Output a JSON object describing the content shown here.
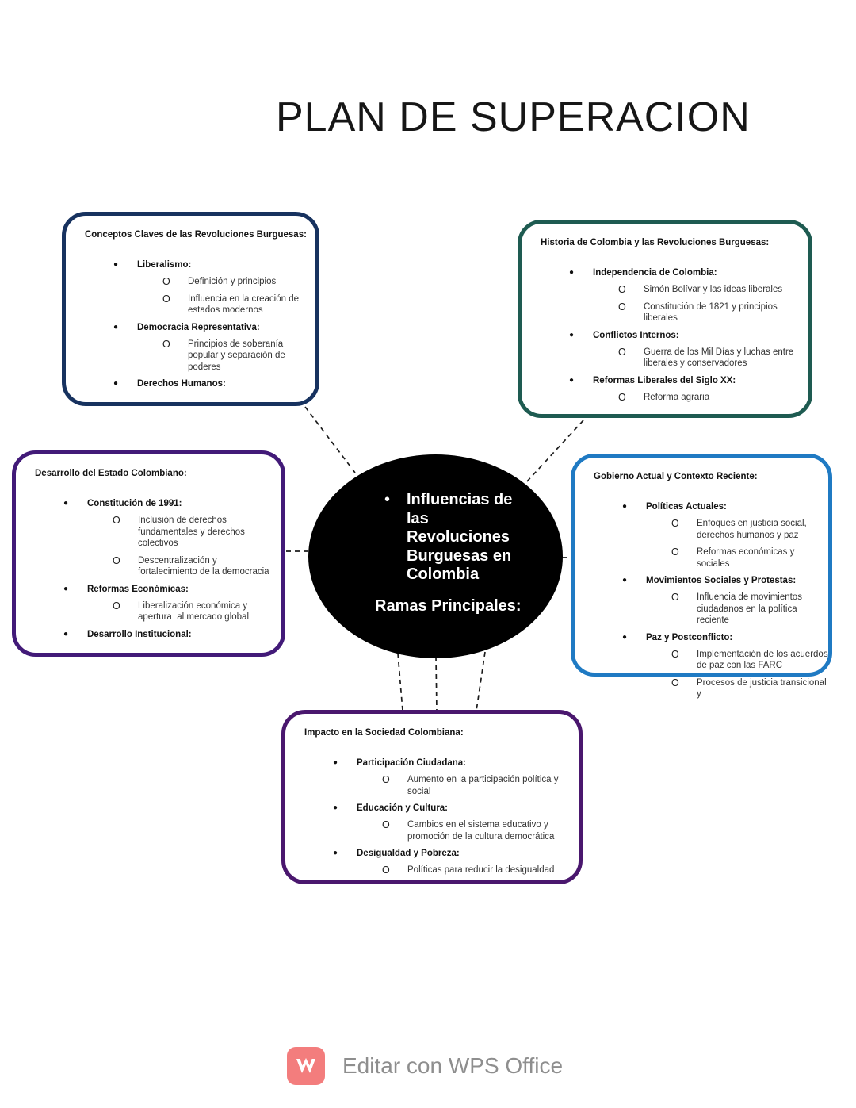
{
  "page": {
    "title": "PLAN DE SUPERACION",
    "background": "#ffffff",
    "connector_color": "#1c1c1c"
  },
  "center": {
    "text": "Influencias de\nlas\nRevoluciones\nBurguesas en\nColombia",
    "subtitle": "Ramas Principales:",
    "fill": "#000000",
    "text_color": "#ffffff"
  },
  "boxes": [
    {
      "id": "conceptos",
      "title": "Conceptos Claves de las Revoluciones Burguesas:",
      "border_color": "#17325f",
      "items": [
        {
          "label": "Liberalismo:",
          "subs": [
            "Definición y principios",
            "Influencia en la creación de\nestados modernos"
          ]
        },
        {
          "label": "Democracia Representativa:",
          "subs": [
            "Principios de soberanía\npopular y separación de\npoderes"
          ]
        },
        {
          "label": "Derechos Humanos:",
          "subs": []
        }
      ]
    },
    {
      "id": "historia",
      "title": "Historia de Colombia y las Revoluciones Burguesas:",
      "border_color": "#1e5b51",
      "items": [
        {
          "label": "Independencia de Colombia:",
          "subs": [
            "Simón Bolívar y las ideas liberales",
            "Constitución de 1821 y principios\nliberales"
          ]
        },
        {
          "label": "Conflictos Internos:",
          "subs": [
            "Guerra de los Mil Días y luchas entre\nliberales y conservadores"
          ]
        },
        {
          "label": "Reformas Liberales del Siglo XX:",
          "subs": [
            "Reforma agraria"
          ]
        }
      ]
    },
    {
      "id": "desarrollo",
      "title": "Desarrollo del Estado Colombiano:",
      "border_color": "#421a78",
      "items": [
        {
          "label": "Constitución de 1991:",
          "subs": [
            "Inclusión de derechos\nfundamentales y derechos\ncolectivos",
            "Descentralización y\nfortalecimiento de la democracia"
          ]
        },
        {
          "label": "Reformas Económicas:",
          "subs": [
            "Liberalización económica y\napertura  al mercado global"
          ]
        },
        {
          "label": "Desarrollo Institucional:",
          "subs": []
        }
      ]
    },
    {
      "id": "gobierno",
      "title": "Gobierno Actual y Contexto Reciente:",
      "border_color": "#1f7ac3",
      "items": [
        {
          "label": "Políticas Actuales:",
          "subs": [
            "Enfoques en justicia social,\nderechos humanos y paz",
            "Reformas económicas y sociales"
          ]
        },
        {
          "label": "Movimientos Sociales y Protestas:",
          "subs": [
            "Influencia de movimientos\nciudadanos en la política reciente"
          ]
        },
        {
          "label": "Paz y Postconflicto:",
          "subs": [
            "Implementación de los acuerdos\nde paz con las FARC",
            "Procesos de justicia transicional y"
          ]
        }
      ]
    },
    {
      "id": "impacto",
      "title": "Impacto en la Sociedad Colombiana:",
      "border_color": "#4a176e",
      "items": [
        {
          "label": "Participación Ciudadana:",
          "subs": [
            "Aumento en la participación política y\nsocial"
          ]
        },
        {
          "label": "Educación y Cultura:",
          "subs": [
            "Cambios en el sistema educativo y\npromoción de la cultura democrática"
          ]
        },
        {
          "label": "Desigualdad y Pobreza:",
          "subs": [
            "Políticas para reducir la desigualdad"
          ]
        }
      ]
    }
  ],
  "footer": {
    "label": "Editar con WPS Office",
    "logo_icon": "wps-w-icon",
    "logo_color": "#f37d7d",
    "text_color": "#8e8e8e"
  }
}
